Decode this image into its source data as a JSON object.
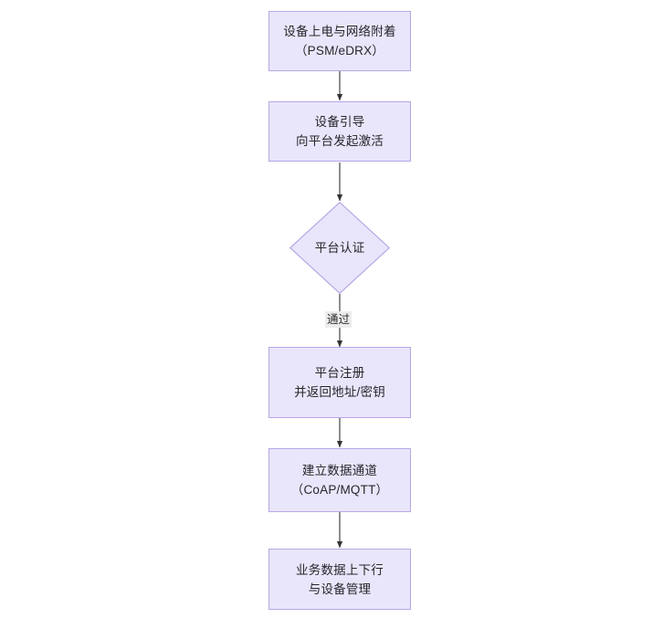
{
  "diagram": {
    "type": "flowchart",
    "orientation": "top-to-bottom",
    "background_color": "#ffffff",
    "node_fill_color": "#e9e6fb",
    "node_border_color": "#b9a6e4",
    "edge_color": "#333333",
    "text_color": "#27262b",
    "edge_label_background": "#ececec",
    "nodes": [
      {
        "id": "n1",
        "shape": "rectangle",
        "lines": [
          "设备上电与网络附着",
          "（PSM/eDRX）"
        ]
      },
      {
        "id": "n2",
        "shape": "rectangle",
        "lines": [
          "设备引导",
          "向平台发起激活"
        ]
      },
      {
        "id": "n3",
        "shape": "diamond",
        "lines": [
          "平台认证"
        ]
      },
      {
        "id": "n4",
        "shape": "rectangle",
        "lines": [
          "平台注册",
          "并返回地址/密钥"
        ]
      },
      {
        "id": "n5",
        "shape": "rectangle",
        "lines": [
          "建立数据通道",
          "（CoAP/MQTT）"
        ]
      },
      {
        "id": "n6",
        "shape": "rectangle",
        "lines": [
          "业务数据上下行",
          "与设备管理"
        ]
      }
    ],
    "edges": [
      {
        "from": "n1",
        "to": "n2",
        "label": ""
      },
      {
        "from": "n2",
        "to": "n3",
        "label": ""
      },
      {
        "from": "n3",
        "to": "n4",
        "label": "通过"
      },
      {
        "from": "n4",
        "to": "n5",
        "label": ""
      },
      {
        "from": "n5",
        "to": "n6",
        "label": ""
      }
    ]
  }
}
